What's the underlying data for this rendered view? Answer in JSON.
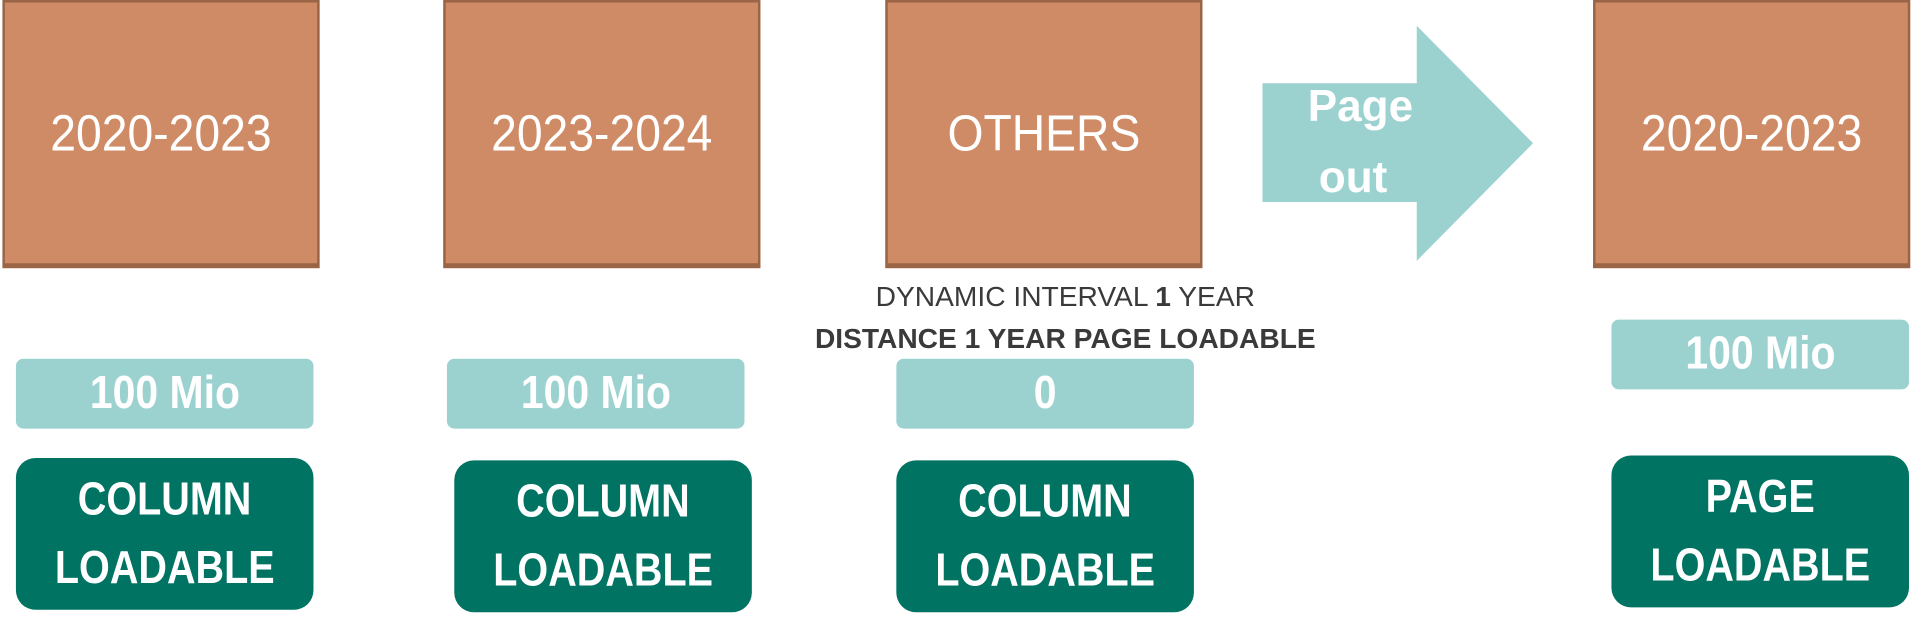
{
  "colors": {
    "box_fill": "#cf8b65",
    "box_border": "#9a6447",
    "pill": "#9bd2d0",
    "dark": "#007363",
    "text": "#3a3a3a"
  },
  "columns": [
    {
      "period": "2020-2023",
      "count": "100 Mio",
      "status_line1": "COLUMN",
      "status_line2": "LOADABLE"
    },
    {
      "period": "2023-2024",
      "count": "100 Mio",
      "status_line1": "COLUMN",
      "status_line2": "LOADABLE"
    },
    {
      "period": "OTHERS",
      "count": "0",
      "status_line1": "COLUMN",
      "status_line2": "LOADABLE"
    }
  ],
  "arrow": {
    "line1": "Page",
    "line2": "out"
  },
  "captions": {
    "line1_prefix": "DYNAMIC INTERVAL ",
    "line1_bold": "1",
    "line1_suffix": " YEAR",
    "line2": "DISTANCE 1 YEAR PAGE LOADABLE"
  },
  "paged": {
    "period": "2020-2023",
    "count": "100 Mio",
    "status_line1": "PAGE",
    "status_line2": "LOADABLE"
  }
}
